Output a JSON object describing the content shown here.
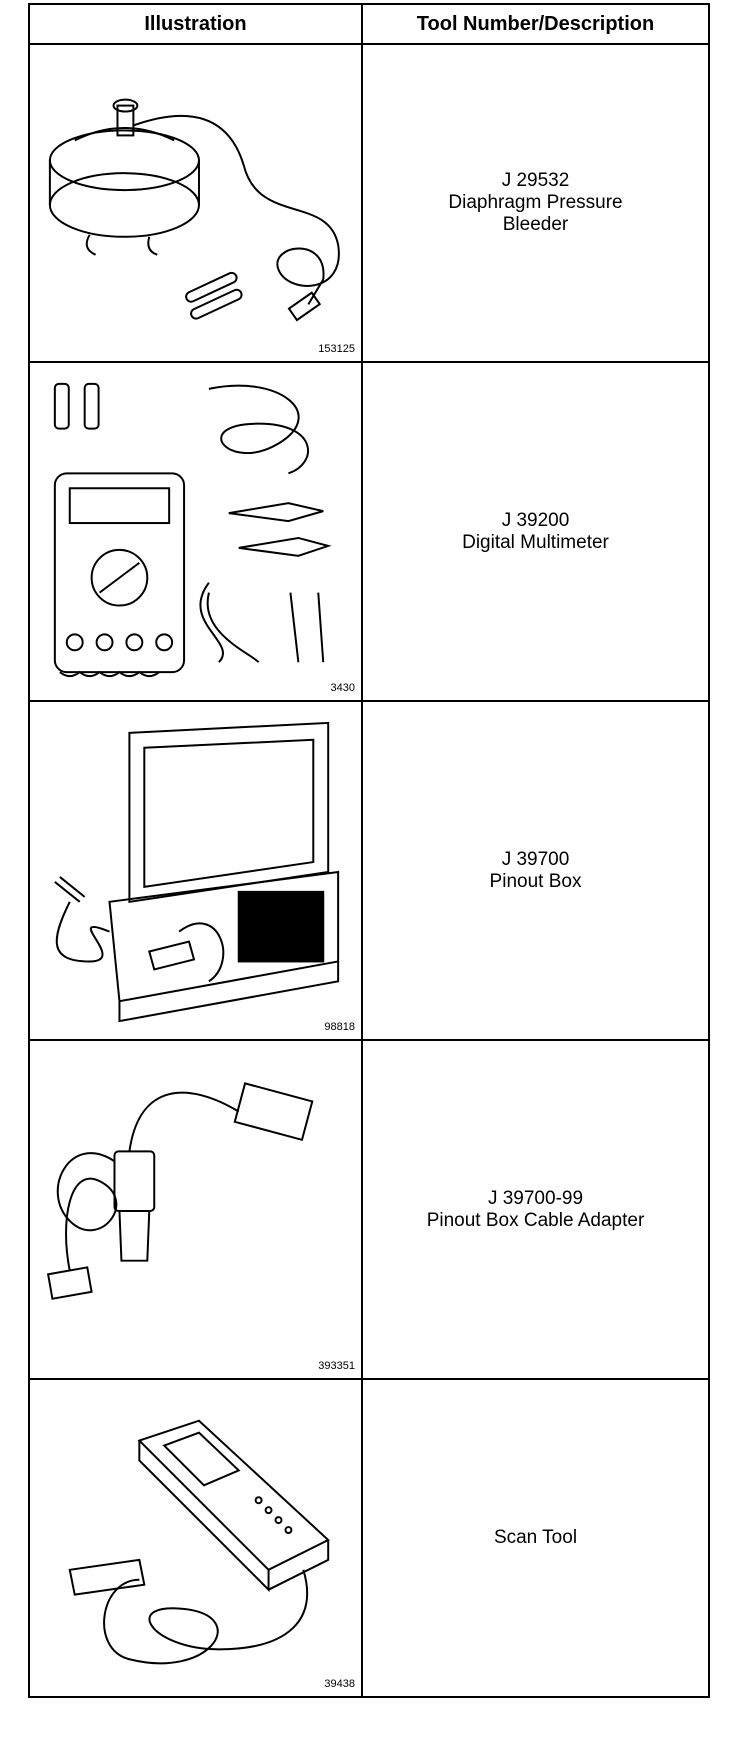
{
  "header": {
    "illustration": "Illustration",
    "tool": "Tool Number/Description"
  },
  "rows": [
    {
      "fig": "153125",
      "number": "J 29532",
      "desc_line1": "Diaphragm Pressure",
      "desc_line2": "Bleeder"
    },
    {
      "fig": "3430",
      "number": "J 39200",
      "desc_line1": "Digital Multimeter",
      "desc_line2": ""
    },
    {
      "fig": "98818",
      "number": "J 39700",
      "desc_line1": "Pinout Box",
      "desc_line2": ""
    },
    {
      "fig": "393351",
      "number": "J 39700-99",
      "desc_line1": "Pinout Box Cable Adapter",
      "desc_line2": ""
    },
    {
      "fig": "39438",
      "number": "",
      "desc_line1": "Scan Tool",
      "desc_line2": ""
    }
  ]
}
